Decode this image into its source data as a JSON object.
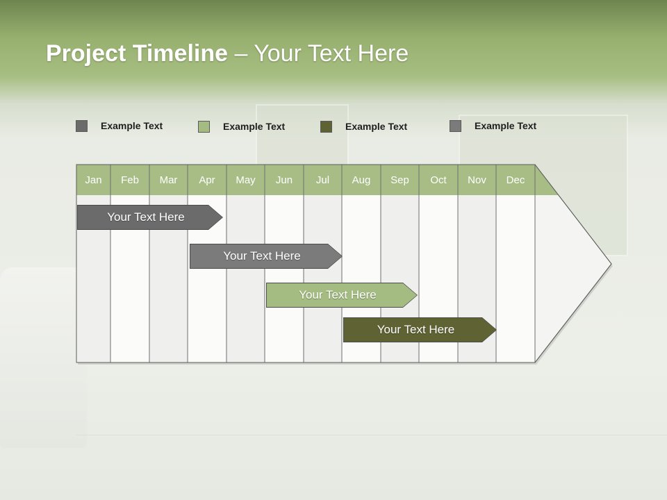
{
  "slide": {
    "title_bold": "Project Timeline",
    "title_rest": " – Your Text Here"
  },
  "legend": [
    {
      "label": "Example Text",
      "color": "#6b6b6b"
    },
    {
      "label": "Example Text",
      "color": "#a4bc82"
    },
    {
      "label": "Example Text",
      "color": "#5f6233"
    },
    {
      "label": "Example Text",
      "color": "#7b7b7b"
    }
  ],
  "timeline": {
    "months": [
      "Jan",
      "Feb",
      "Mar",
      "Apr",
      "May",
      "Jun",
      "Jul",
      "Aug",
      "Sep",
      "Oct",
      "Nov",
      "Dec"
    ],
    "header_color": "#a7bd85",
    "tasks": [
      {
        "label": "Your  Text Here",
        "start_month": "Jan",
        "end_month": "Apr",
        "color": "#6b6b6b"
      },
      {
        "label": "Your  Text Here",
        "start_month": "Apr",
        "end_month": "Jul",
        "color": "#7b7b7b"
      },
      {
        "label": "Your  Text Here",
        "start_month": "Jun",
        "end_month": "Sep",
        "color": "#a4bc82"
      },
      {
        "label": "Your  Text Here",
        "start_month": "Aug",
        "end_month": "Dec",
        "color": "#5f6233"
      }
    ]
  }
}
